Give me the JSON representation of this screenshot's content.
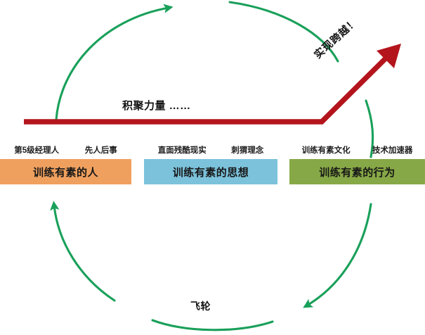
{
  "diagram": {
    "title_text_buildup": "积聚力量 ……",
    "title_text_breakthrough": "实现跨越！",
    "label_flywheel": "飞轮",
    "colors": {
      "arc_green": "#19A05A",
      "trajectory_red": "#B4151D",
      "box_people": "#F0A05E",
      "box_thought": "#7CC2DB",
      "box_action": "#87A846",
      "text_dark": "#141414",
      "background": "#FFFFFF"
    },
    "stages": [
      {
        "id": "disciplined-people",
        "box_label": "训练有素的人",
        "sub_labels": [
          "第5级经理人",
          "先人后事"
        ]
      },
      {
        "id": "disciplined-thought",
        "box_label": "训练有素的思想",
        "sub_labels": [
          "直面残酷现实",
          "刺猬理念"
        ]
      },
      {
        "id": "disciplined-action",
        "box_label": "训练有素的行为",
        "sub_labels": [
          "训练有素文化",
          "技术加速器"
        ]
      }
    ],
    "arcs": [
      {
        "id": "arc-top-left",
        "direction": "clockwise-up-right"
      },
      {
        "id": "arc-top-right",
        "direction": "clockwise-down-right"
      },
      {
        "id": "arc-bottom-right",
        "direction": "clockwise-down-left"
      },
      {
        "id": "arc-bottom-left",
        "direction": "clockwise-up-left"
      }
    ]
  }
}
